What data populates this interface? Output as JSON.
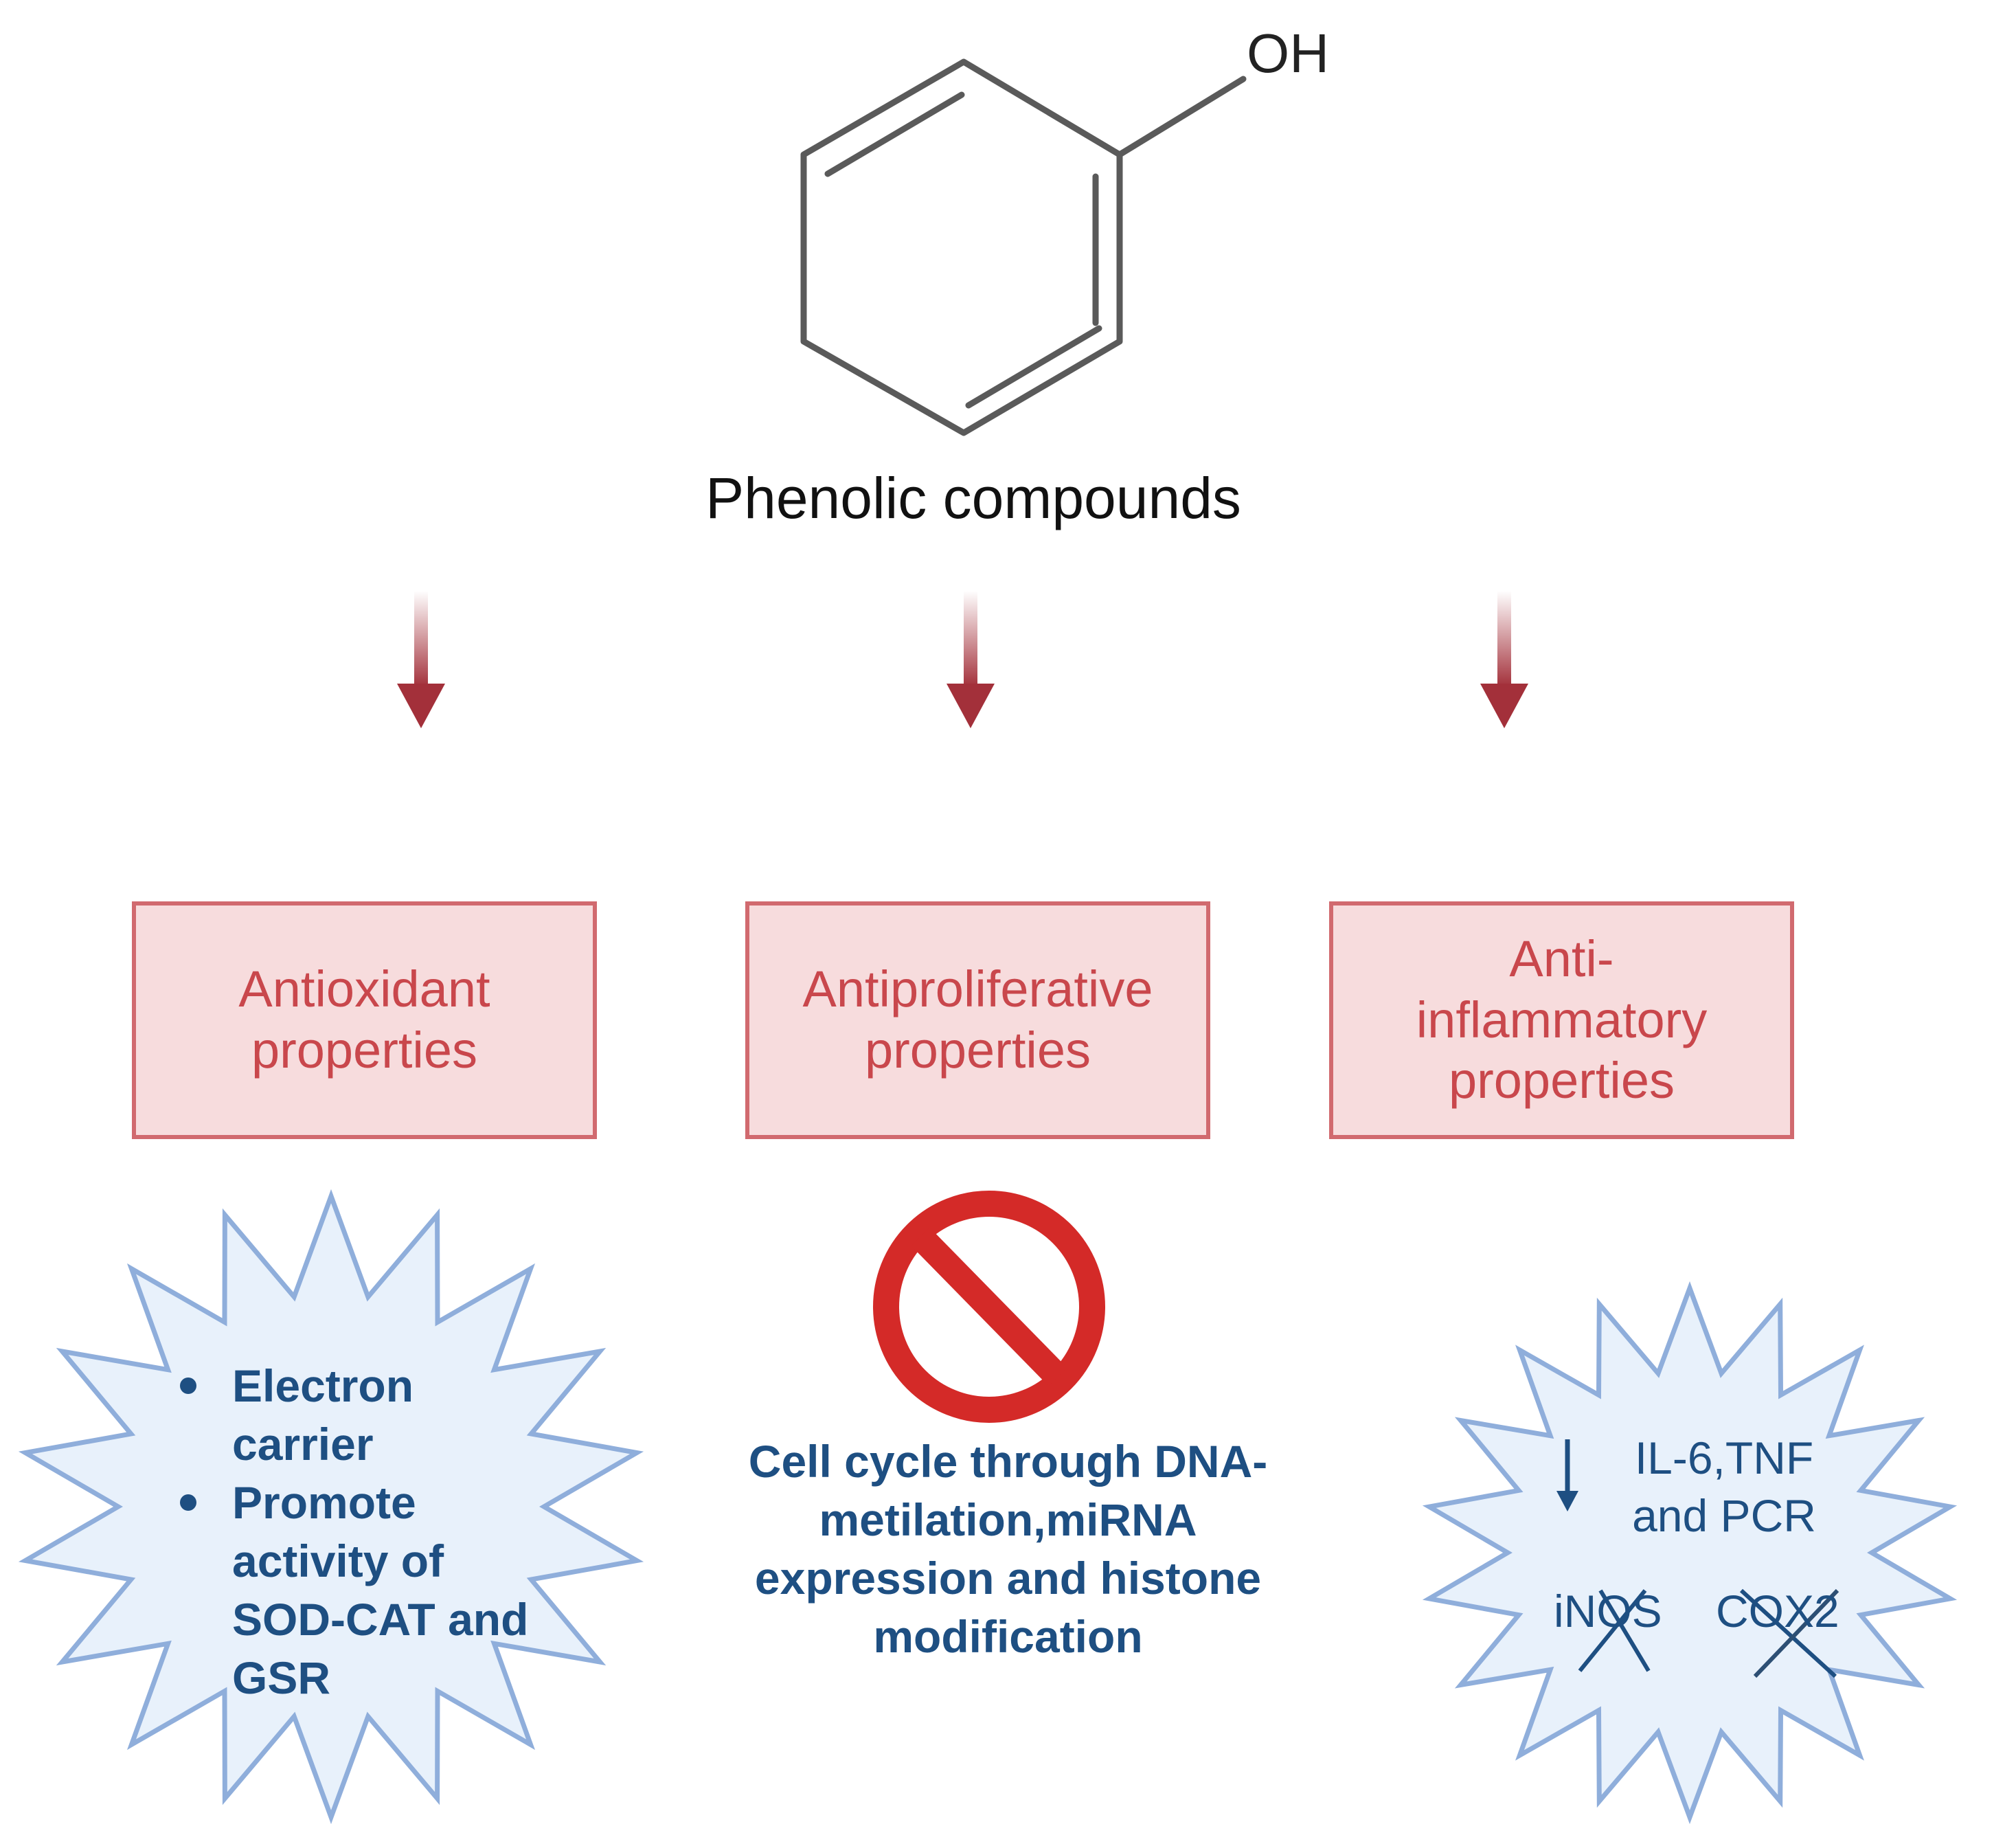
{
  "compound": {
    "oh_label": "OH",
    "title": "Phenolic compounds"
  },
  "colors": {
    "arrow": "#a3303a",
    "box_fill": "#f7dcdd",
    "box_border": "#d16a6f",
    "box_text": "#c9474c",
    "burst_fill": "#e8f1fb",
    "burst_stroke": "#8faedb",
    "body_text": "#1e4f82",
    "prohibit": "#d42a28"
  },
  "properties": [
    {
      "lines": [
        "Antioxidant",
        "properties"
      ]
    },
    {
      "lines": [
        "Antiproliferative",
        "properties"
      ]
    },
    {
      "lines": [
        "Anti-",
        "inflammatory",
        "properties"
      ]
    }
  ],
  "antioxidant": {
    "bullets": [
      {
        "lines": [
          "Electron",
          "carrier"
        ]
      },
      {
        "lines": [
          "Promote",
          "activity of",
          "SOD-CAT and",
          "GSR"
        ]
      }
    ]
  },
  "antiproliferative": {
    "icon": "prohibited-icon",
    "lines": [
      "Cell cycle through DNA-",
      "metilation,miRNA",
      "expression and histone",
      "modification"
    ]
  },
  "anti_inflammatory": {
    "down_arrow_icon": "down-arrow-icon",
    "lines": [
      "IL-6,TNF",
      "and PCR"
    ],
    "inhibited": [
      "iNOS",
      "COX2"
    ]
  }
}
